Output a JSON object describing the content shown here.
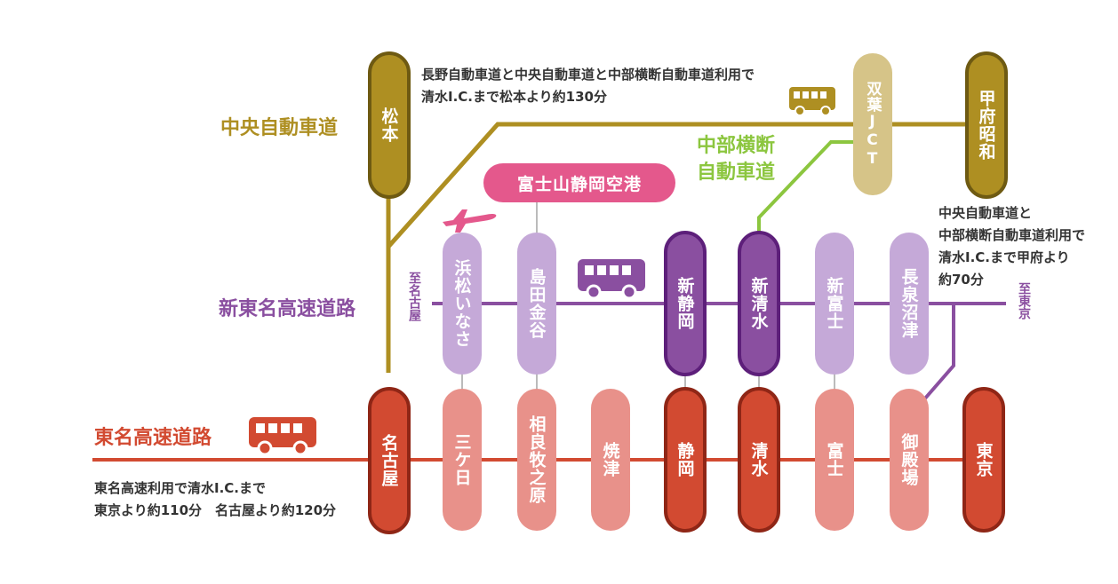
{
  "colors": {
    "chuo": "#ae8f22",
    "chuo_light": "#d6c488",
    "shin_tomei": "#8a4fa0",
    "shin_tomei_light": "#c5a9d8",
    "shin_tomei_dark_border": "#5d1f7a",
    "tomei": "#d24a31",
    "tomei_light": "#e8918a",
    "chubu": "#8cc63f",
    "airport": "#e4588c"
  },
  "roads": {
    "chuo": "中央自動車道",
    "shin_tomei": "新東名高速道路",
    "tomei": "東名高速道路",
    "chubu": [
      "中部横断",
      "自動車道"
    ]
  },
  "stations": {
    "matsumoto": "松本",
    "sobajct": "双葉JCT",
    "kofushowa": "甲府昭和",
    "hamamatsu_inasa": "浜松いなさ",
    "shimada_kanaya": "島田金谷",
    "shin_shizuoka": "新静岡",
    "shin_shimizu": "新清水",
    "shin_fuji": "新富士",
    "nagaizumi_numazu": "長泉沼津",
    "nagoya": "名古屋",
    "mikkabi": "三ケ日",
    "sagara_makinohara": "相良牧之原",
    "yaizu": "焼津",
    "shizuoka": "静岡",
    "shimizu": "清水",
    "fuji": "富士",
    "gotemba": "御殿場",
    "tokyo": "東京"
  },
  "airport": "富士山静岡空港",
  "directions": {
    "to_nagoya": "至名古屋",
    "to_tokyo": "至東京"
  },
  "notes": {
    "chuo": [
      "長野自動車道と中央自動車道と中部横断自動車道利用で",
      "清水I.C.まで松本より約130分"
    ],
    "kofu": [
      "中央自動車道と",
      "中部横断自動車道利用で",
      "清水I.C.まで甲府より",
      "約70分"
    ],
    "tomei": [
      "東名高速利用で清水I.C.まで",
      "東京より約110分　名古屋より約120分"
    ]
  },
  "icons": [
    "bus-icon",
    "airplane-icon"
  ]
}
